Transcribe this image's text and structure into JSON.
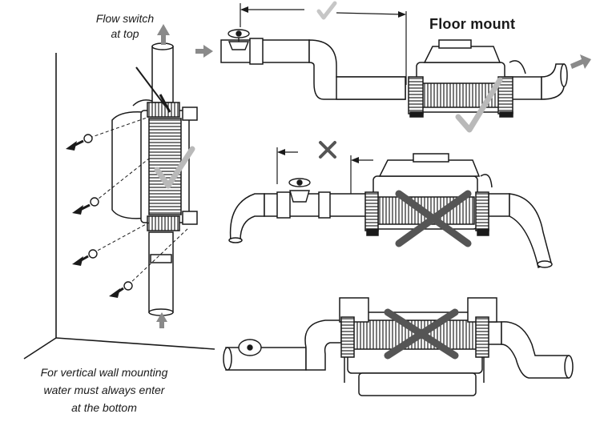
{
  "labels": {
    "flow_switch_line1": "Flow switch",
    "flow_switch_line2": "at top",
    "floor_mount": "Floor mount",
    "caption_line1": "For vertical wall mounting",
    "caption_line2": "water must always enter",
    "caption_line3": "at the bottom"
  },
  "marks": {
    "correct": "check",
    "incorrect": "cross"
  },
  "colors": {
    "line": "#1a1a1a",
    "mark_check": "#b9b9b9",
    "mark_cross": "#555555",
    "arrow": "#8a8a8a"
  }
}
